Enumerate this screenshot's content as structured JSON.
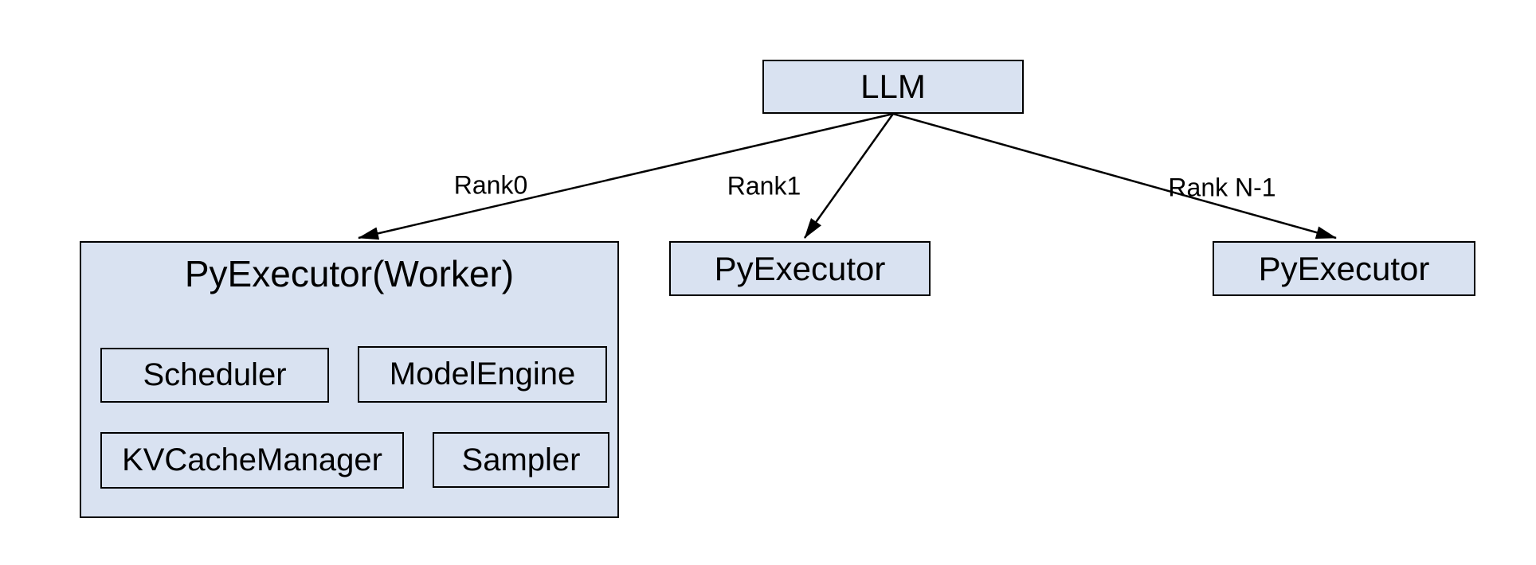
{
  "diagram": {
    "root_node": {
      "label": "LLM"
    },
    "edges": [
      {
        "label": "Rank0"
      },
      {
        "label": "Rank1"
      },
      {
        "label": "Rank N-1"
      }
    ],
    "worker_node": {
      "title": "PyExecutor(Worker)",
      "components": [
        "Scheduler",
        "ModelEngine",
        "KVCacheManager",
        "Sampler"
      ]
    },
    "executor_nodes": [
      {
        "label": "PyExecutor"
      },
      {
        "label": "PyExecutor"
      }
    ],
    "colors": {
      "box_fill": "#d9e2f1",
      "box_border": "#000000",
      "line": "#000000",
      "text": "#000000",
      "background": "#ffffff"
    }
  }
}
